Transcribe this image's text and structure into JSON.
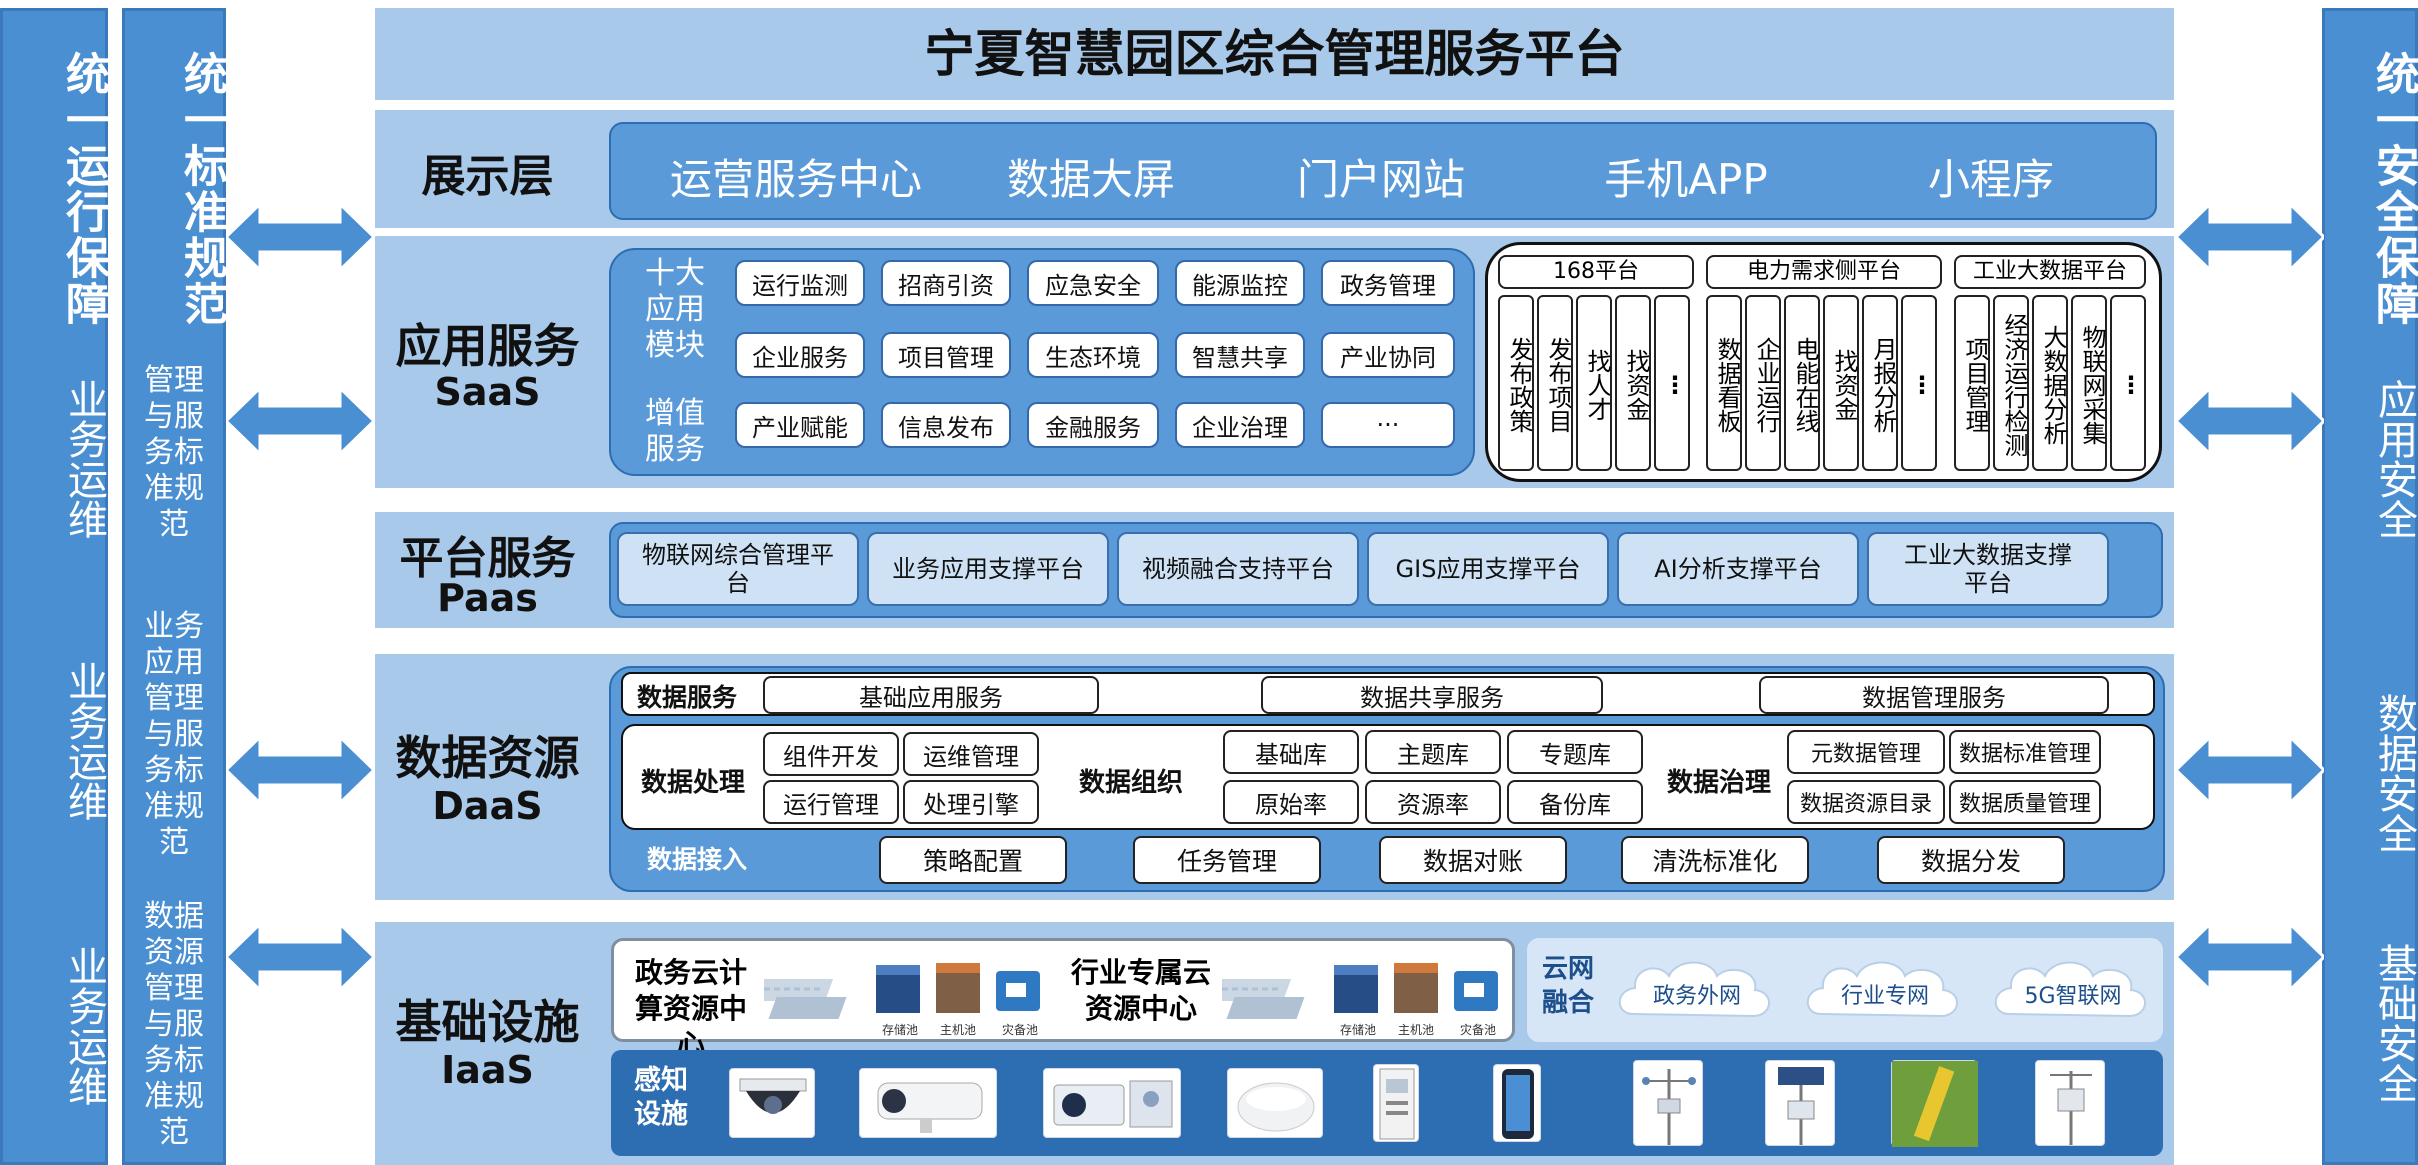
{
  "page_title": "宁夏智慧园区综合管理服务平台",
  "left_outer": {
    "title": "统一运行保障",
    "items": [
      "业务运维",
      "业务运维",
      "业务运维"
    ]
  },
  "left_inner": {
    "title": "统一标准规范",
    "items": [
      "管理与服务标准规范",
      "业务应用管理与服务标准规范",
      "数据资源管理与服务标准规范"
    ]
  },
  "right": {
    "title": "统一安全保障",
    "items": [
      "应用安全",
      "数据安全",
      "基础安全"
    ]
  },
  "display_layer": {
    "label": "展示层",
    "items": [
      "运营服务中心",
      "数据大屏",
      "门户网站",
      "手机APP",
      "小程序"
    ]
  },
  "saas": {
    "label": "应用服务",
    "sublabel": "SaaS",
    "group1_label": "十大应用模块",
    "group2_label": "增值服务",
    "modules": [
      "运行监测",
      "招商引资",
      "应急安全",
      "能源监控",
      "政务管理",
      "企业服务",
      "项目管理",
      "生态环境",
      "智慧共享",
      "产业协同",
      "产业赋能",
      "信息发布",
      "金融服务",
      "企业治理",
      "···"
    ],
    "platforms": [
      {
        "name": "168平台",
        "cols": [
          "发布政策",
          "发布项目",
          "找人才",
          "找资金",
          "⋮"
        ]
      },
      {
        "name": "电力需求侧平台",
        "cols": [
          "数据看板",
          "企业运行",
          "电能在线",
          "找资金",
          "月报分析",
          "⋮"
        ]
      },
      {
        "name": "工业大数据平台",
        "cols": [
          "项目管理",
          "经济运行检测",
          "大数据分析",
          "物联网采集",
          "⋮"
        ]
      }
    ]
  },
  "paas": {
    "label": "平台服务",
    "sublabel": "Paas",
    "items": [
      "物联网综合管理平台",
      "业务应用支撑平台",
      "视频融合支持平台",
      "GIS应用支撑平台",
      "AI分析支撑平台",
      "工业大数据支撑平台"
    ]
  },
  "daas": {
    "label": "数据资源",
    "sublabel": "DaaS",
    "service_label": "数据服务",
    "services": [
      "基础应用服务",
      "数据共享服务",
      "数据管理服务"
    ],
    "processing_label": "数据处理",
    "processing": [
      "组件开发",
      "运维管理",
      "运行管理",
      "处理引擎"
    ],
    "organization_label": "数据组织",
    "organization": [
      "基础库",
      "主题库",
      "专题库",
      "原始率",
      "资源率",
      "备份库"
    ],
    "governance_label": "数据治理",
    "governance": [
      "元数据管理",
      "数据标准管理",
      "数据资源目录",
      "数据质量管理"
    ],
    "access_label": "数据接入",
    "access": [
      "策略配置",
      "任务管理",
      "数据对账",
      "清洗标准化",
      "数据分发"
    ]
  },
  "iaas": {
    "label": "基础设施",
    "sublabel": "IaaS",
    "cloud1": "政务云计算资源中心",
    "cloud2": "行业专属云资源中心",
    "server_labels": [
      "存储池",
      "主机池",
      "灾备池"
    ],
    "net_label": "云网融合",
    "networks": [
      "政务外网",
      "行业专网",
      "5G智联网"
    ],
    "sense_label": "感知设施"
  }
}
